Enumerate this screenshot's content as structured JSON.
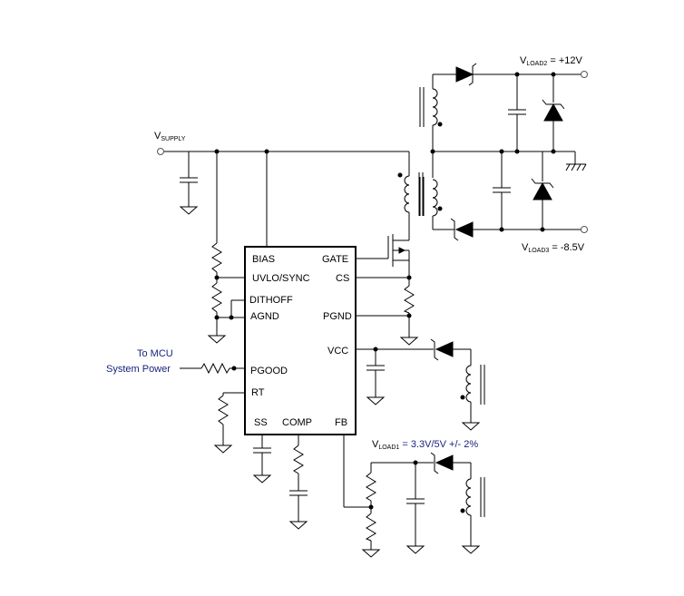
{
  "ic": {
    "pins": {
      "bias": "BIAS",
      "gate": "GATE",
      "uvlo_sync": "UVLO/SYNC",
      "cs": "CS",
      "dithoff": "DITHOFF",
      "agnd": "AGND",
      "pgnd": "PGND",
      "vcc": "VCC",
      "pgood": "PGOOD",
      "rt": "RT",
      "ss": "SS",
      "comp": "COMP",
      "fb": "FB"
    }
  },
  "labels": {
    "vsupply_main": "V",
    "vsupply_sub": "SUPPLY",
    "to_mcu": "To MCU",
    "system_power": "System Power",
    "vload2_main": "V",
    "vload2_sub": "LOAD2",
    "vload2_value": " = +12V",
    "vload3_main": "V",
    "vload3_sub": "LOAD3",
    "vload3_value": " = -8.5V",
    "vload1_main": "V",
    "vload1_sub": "LOAD1",
    "vload1_value": " = 3.3V/5V +/- 2%"
  },
  "colors": {
    "wire": "#000000",
    "annotation": "#1a237e"
  }
}
